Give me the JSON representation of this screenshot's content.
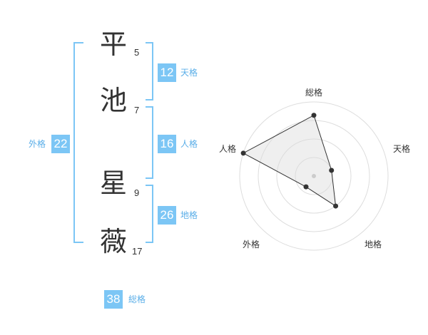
{
  "name_chars": [
    {
      "char": "平",
      "strokes": "5"
    },
    {
      "char": "池",
      "strokes": "7"
    },
    {
      "char": "星",
      "strokes": "9"
    },
    {
      "char": "薇",
      "strokes": "17"
    }
  ],
  "fortunes": {
    "tenkaku": {
      "value": "12",
      "label": "天格"
    },
    "jinkaku": {
      "value": "16",
      "label": "人格"
    },
    "chikaku": {
      "value": "26",
      "label": "地格"
    },
    "gaikaku": {
      "value": "22",
      "label": "外格"
    },
    "soukaku": {
      "value": "38",
      "label": "総格"
    }
  },
  "colors": {
    "accent": "#7cc6f5",
    "label_blue": "#5aaee8",
    "text": "#333333"
  },
  "chart_data": {
    "type": "radar",
    "axes": [
      "総格",
      "天格",
      "地格",
      "外格",
      "人格"
    ],
    "values": [
      0.82,
      0.25,
      0.5,
      0.18,
      1.0
    ],
    "rings": 4
  }
}
